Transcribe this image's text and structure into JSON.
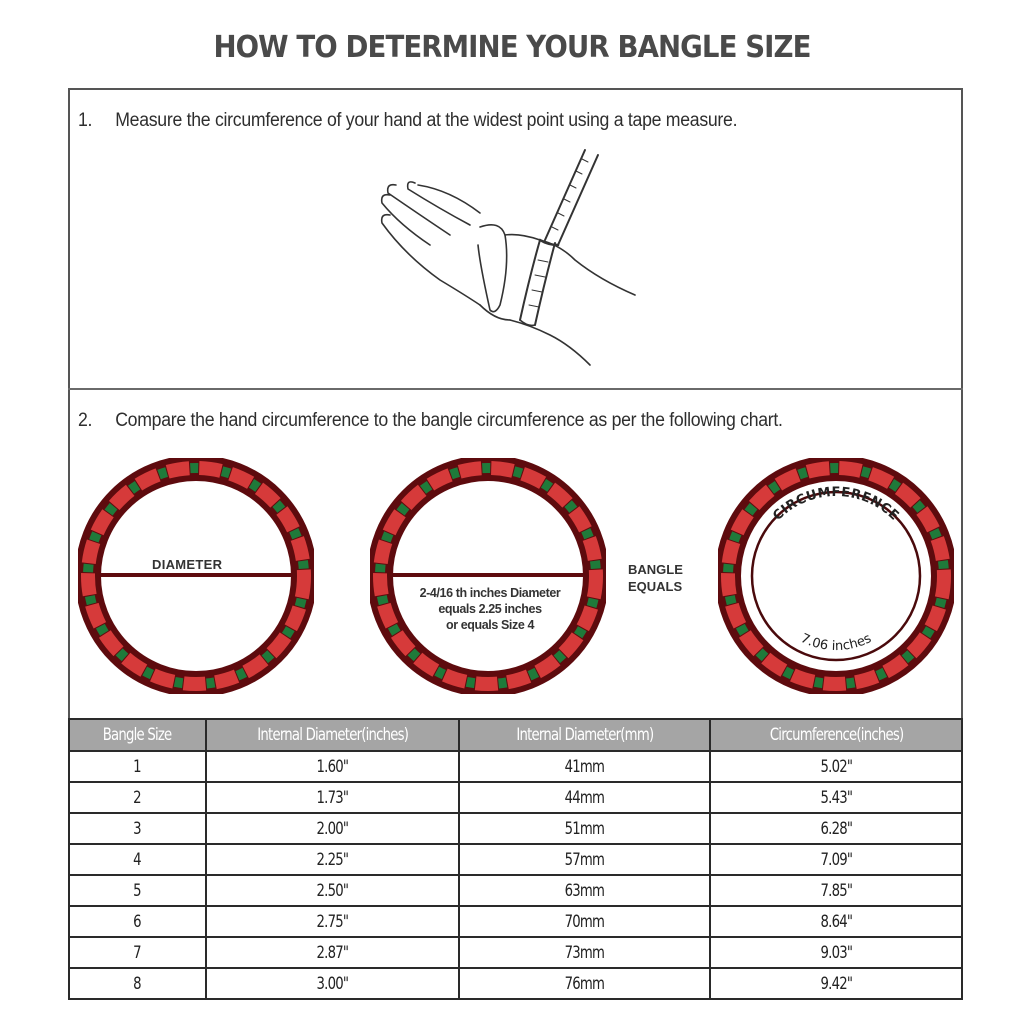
{
  "title": "HOW TO DETERMINE YOUR BANGLE SIZE",
  "steps": [
    {
      "number": "1.",
      "text": "Measure the circumference of your hand at the widest point using a tape measure."
    },
    {
      "number": "2.",
      "text": "Compare the hand circumference to the bangle circumference as per the following chart."
    }
  ],
  "illustration": {
    "hand": "hand-measuring-with-tape-illustration"
  },
  "diagrams": {
    "diameter_label": "DIAMETER",
    "example_line1": "2-4/16 th inches Diameter",
    "example_line2": "equals 2.25 inches",
    "example_line3": "or equals Size 4",
    "bangle_equals_line1": "BANGLE",
    "bangle_equals_line2": "EQUALS",
    "circumference_label": "CIRCUMFERENCE",
    "circumference_value": "7.06 inches",
    "colors": {
      "ring_dark": "#5e0b0e",
      "ring_red": "#d63a3a",
      "ring_green": "#1f7a3a"
    }
  },
  "table": {
    "headers": [
      "Bangle Size",
      "Internal Diameter(inches)",
      "Internal Diameter(mm)",
      "Circumference(inches)"
    ],
    "rows": [
      [
        "1",
        "1.60\"",
        "41mm",
        "5.02\""
      ],
      [
        "2",
        "1.73\"",
        "44mm",
        "5.43\""
      ],
      [
        "3",
        "2.00\"",
        "51mm",
        "6.28\""
      ],
      [
        "4",
        "2.25\"",
        "57mm",
        "7.09\""
      ],
      [
        "5",
        "2.50\"",
        "63mm",
        "7.85\""
      ],
      [
        "6",
        "2.75\"",
        "70mm",
        "8.64\""
      ],
      [
        "7",
        "2.87\"",
        "73mm",
        "9.03\""
      ],
      [
        "8",
        "3.00\"",
        "76mm",
        "9.42\""
      ]
    ],
    "header_color": "#a5a5a5"
  }
}
